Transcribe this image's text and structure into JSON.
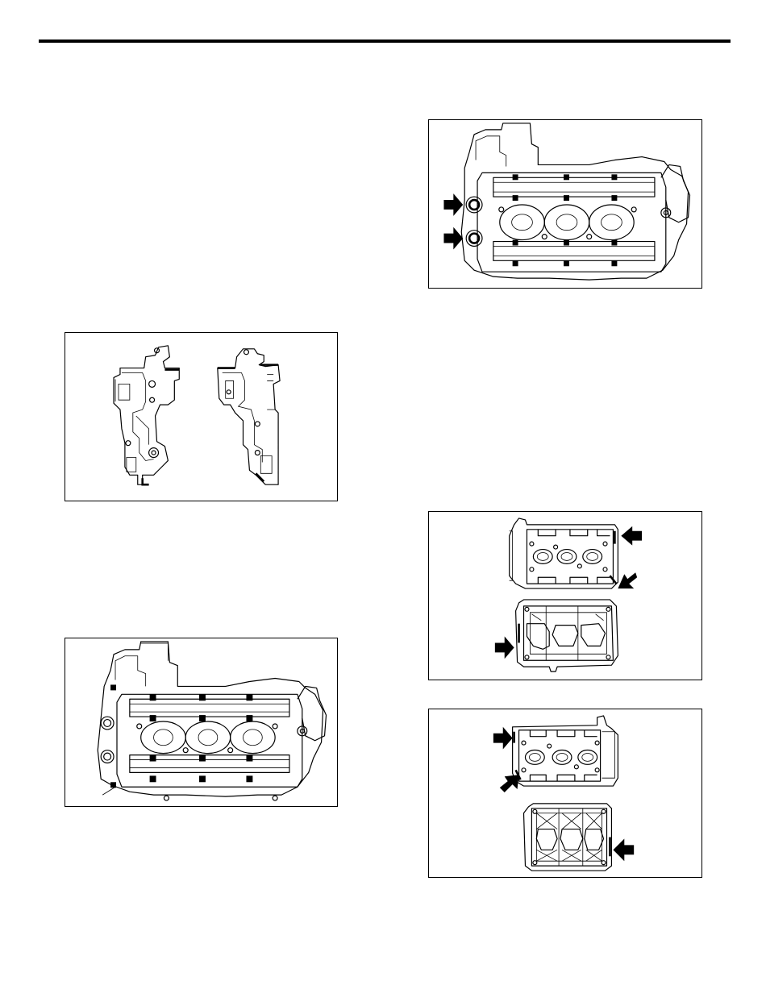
{
  "page": {
    "header_rule_color": "#000000"
  },
  "figures": [
    {
      "id": "cylinder-head-side-views",
      "icons": []
    },
    {
      "id": "cylinder-head-with-bearing-caps",
      "icons": []
    },
    {
      "id": "cylinder-head-plugs",
      "icons": [
        "arrow-icon",
        "arrow-icon"
      ]
    },
    {
      "id": "rocker-cover-pair-a",
      "icons": [
        "arrow-icon",
        "arrow-icon",
        "arrow-icon"
      ]
    },
    {
      "id": "rocker-cover-pair-b",
      "icons": [
        "arrow-icon",
        "arrow-icon",
        "arrow-icon"
      ]
    }
  ]
}
